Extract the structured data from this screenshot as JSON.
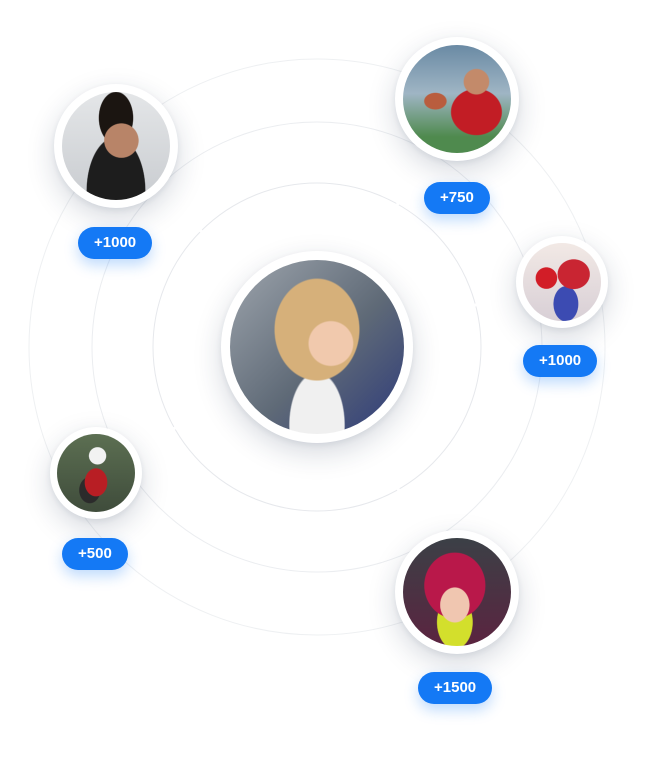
{
  "network": {
    "center": {
      "photo": "woman-athlete-photo"
    },
    "nodes": [
      {
        "id": "top-left",
        "photo": "soccer-player-photo",
        "points": "+1000"
      },
      {
        "id": "top-right",
        "photo": "rugby-players-photo",
        "points": "+750"
      },
      {
        "id": "right",
        "photo": "boxer-photo",
        "points": "+1000"
      },
      {
        "id": "left",
        "photo": "kayaker-photo",
        "points": "+500"
      },
      {
        "id": "bottom",
        "photo": "football-player-photo",
        "points": "+1500"
      }
    ]
  },
  "colors": {
    "badge": "#1479f5",
    "badge_text": "#ffffff",
    "ring": "#e6e8ec",
    "connector": "#ffffff"
  }
}
